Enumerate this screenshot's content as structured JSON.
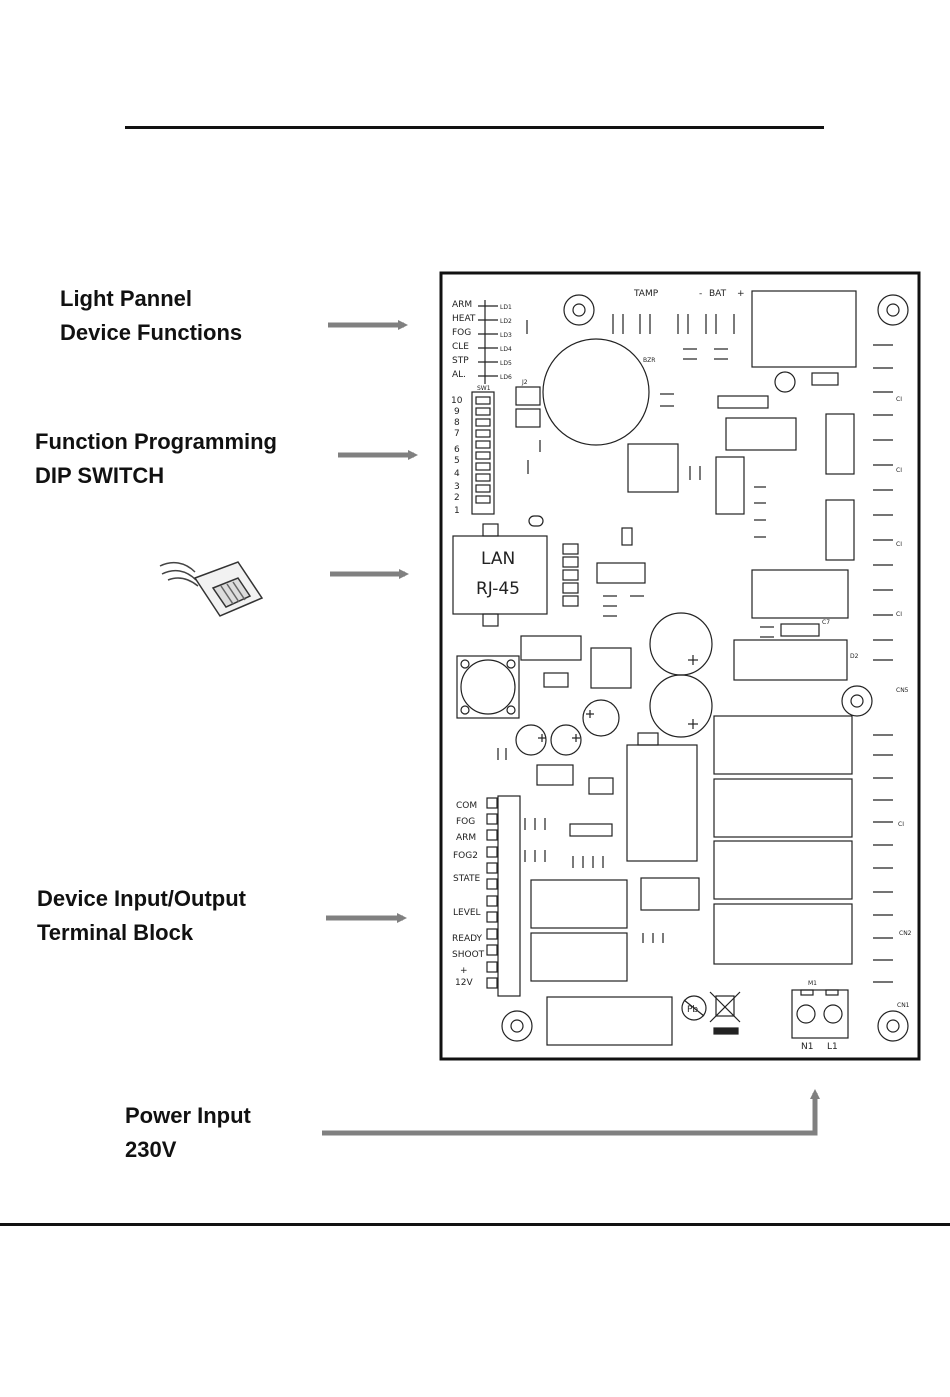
{
  "callouts": {
    "light_panel": {
      "line1": "Light Pannel",
      "line2": "Device Functions"
    },
    "dip_switch": {
      "line1": "Function Programming",
      "line2": "DIP SWITCH"
    },
    "terminal_block": {
      "line1": "Device Input/Output",
      "line2": "Terminal Block"
    },
    "power_input": {
      "line1": "Power Input",
      "line2": "230V"
    }
  },
  "board": {
    "top_labels": {
      "tamp": "TAMP",
      "bat": "BAT",
      "bat_minus": "-",
      "bat_plus": "+"
    },
    "led_labels": [
      "ARM",
      "HEAT",
      "FOG",
      "CLE",
      "STP",
      "AL."
    ],
    "led_refs": [
      "LD1",
      "LD2",
      "LD3",
      "LD4",
      "LD5",
      "LD6"
    ],
    "sw_ref": "SW1",
    "j2_ref": "J2",
    "bzr_ref": "BZR",
    "dip_numbers": [
      "10",
      "9",
      "8",
      "7",
      "6",
      "5",
      "4",
      "3",
      "2",
      "1"
    ],
    "lan_label": "LAN",
    "rj45_label": "RJ-45",
    "terminal_labels": [
      "COM",
      "FOG",
      "ARM",
      "FOG2",
      "STATE",
      "LEVEL",
      "READY",
      "SHOOT",
      "12V"
    ],
    "terminal_plus": "+",
    "power_terminal": {
      "ref": "M1",
      "n": "N1",
      "l": "L1"
    },
    "c7_ref": "C7",
    "d2_ref": "D2",
    "right_refs": [
      "CI",
      "CI",
      "CI",
      "CI",
      "CN5",
      "CI",
      "CN2",
      "CN1"
    ],
    "pb_symbol": "Pb"
  },
  "colors": {
    "ink": "#111111",
    "arrow": "#808080",
    "board_line": "#222222"
  }
}
